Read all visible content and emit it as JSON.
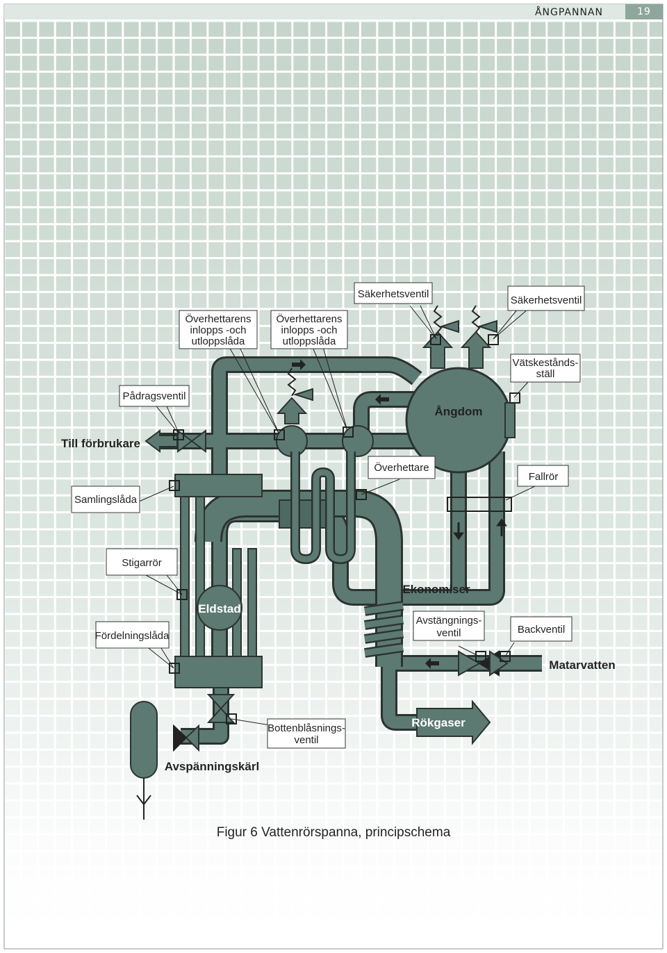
{
  "header": {
    "section": "ÅNGPANNAN",
    "page_number": "19"
  },
  "colors": {
    "pipe": "#5c7a72",
    "pipe_dark": "#2b3330",
    "grid_top": "#c9d7cf",
    "grid_bottom": "#ffffff",
    "label_bg": "#ffffff"
  },
  "labels": {
    "sakerhetsventil_1": "Säkerhetsventil",
    "sakerhetsventil_2": "Säkerhetsventil",
    "overhettarens_1": [
      "Överhettarens",
      "inlopps -och",
      "utloppslåda"
    ],
    "overhettarens_2": [
      "Överhettarens",
      "inlopps -och",
      "utloppslåda"
    ],
    "vatskestandsstall": [
      "Vätskestånds-",
      "ställ"
    ],
    "padragsventil": "Pådragsventil",
    "angdom": "Ångdom",
    "till_forbrukare": "Till förbrukare",
    "overhettare": "Överhettare",
    "fallror": "Fallrör",
    "samlingslada": "Samlingslåda",
    "stigarror": "Stigarrör",
    "ekonomiser": "Ekonomiser",
    "eldstad": "Eldstad",
    "avstangningsventil": [
      "Avstängnings-",
      "ventil"
    ],
    "backventil": "Backventil",
    "fordelningslada": "Fördelningslåda",
    "matarvatten": "Matarvatten",
    "rokgaser": "Rökgaser",
    "bottenblasningsventil": [
      "Bottenblåsnings-",
      "ventil"
    ],
    "avspanningskarl": "Avspänningskärl"
  },
  "caption": "Figur 6 Vattenrörspanna, principschema"
}
